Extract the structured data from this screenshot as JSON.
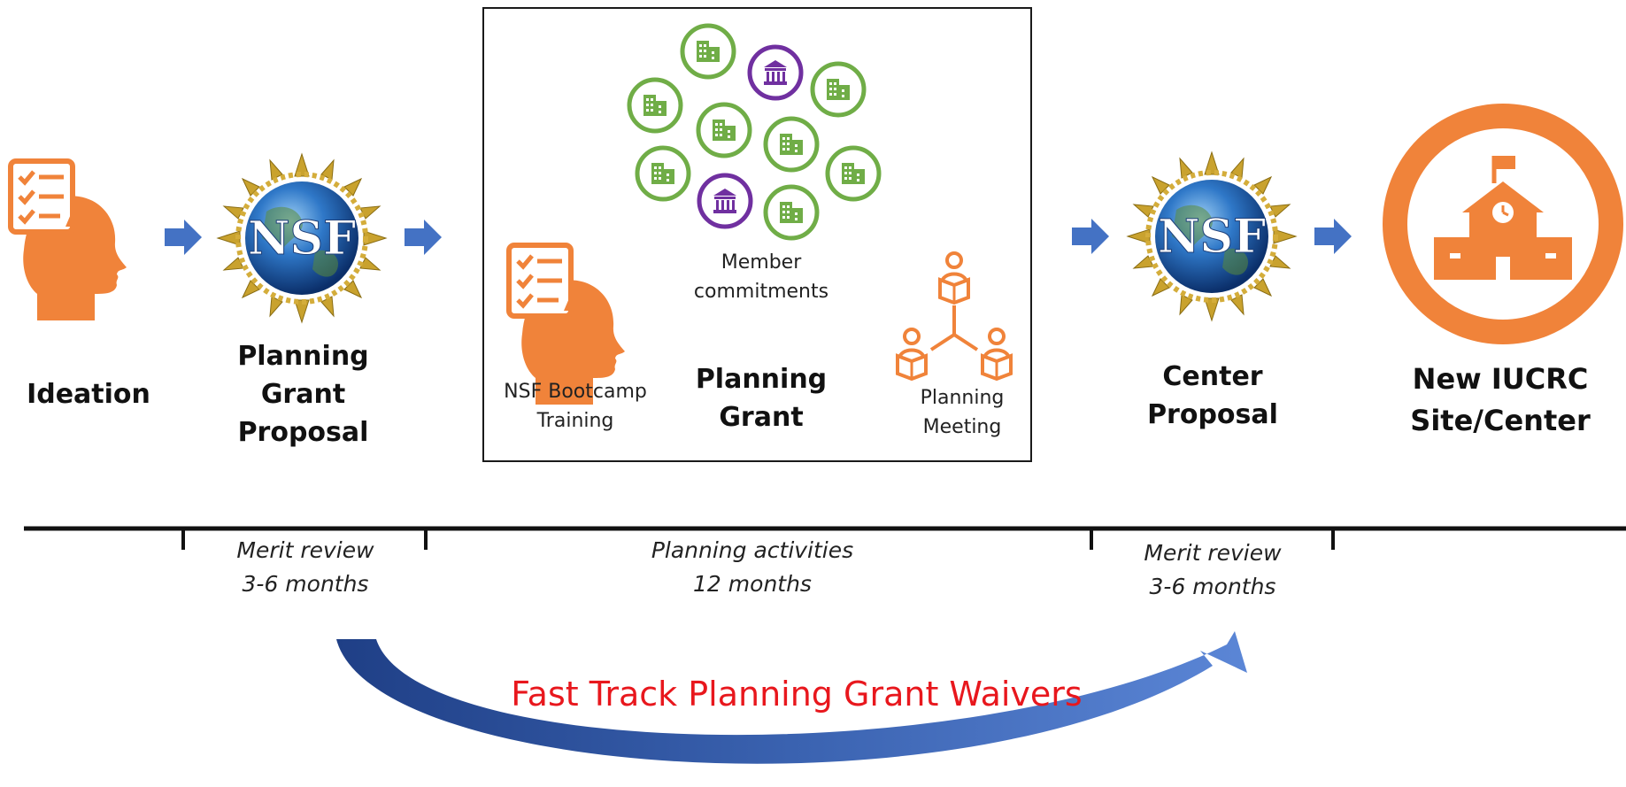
{
  "stages": {
    "ideation": "Ideation",
    "planning_grant_proposal": [
      "Planning",
      "Grant",
      "Proposal"
    ],
    "planning_grant": [
      "Planning",
      "Grant"
    ],
    "center_proposal": [
      "Center",
      "Proposal"
    ],
    "new_center": [
      "New IUCRC",
      "Site/Center"
    ]
  },
  "box": {
    "member_commitments": [
      "Member",
      "commitments"
    ],
    "bootcamp": [
      "NSF Bootcamp",
      "Training"
    ],
    "meeting": [
      "Planning",
      "Meeting"
    ]
  },
  "nsf_logo_text": "NSF",
  "timeline": {
    "review_1": [
      "Merit review",
      "3-6 months"
    ],
    "planning": [
      "Planning activities",
      "12 months"
    ],
    "review_2": [
      "Merit review",
      "3-6 months"
    ]
  },
  "fast_track": "Fast Track Planning Grant Waivers",
  "colors": {
    "orange": "#f0833a",
    "blue_arrow": "#4472c4",
    "green": "#70ad47",
    "purple": "#7030a0",
    "red": "#e8171d"
  }
}
